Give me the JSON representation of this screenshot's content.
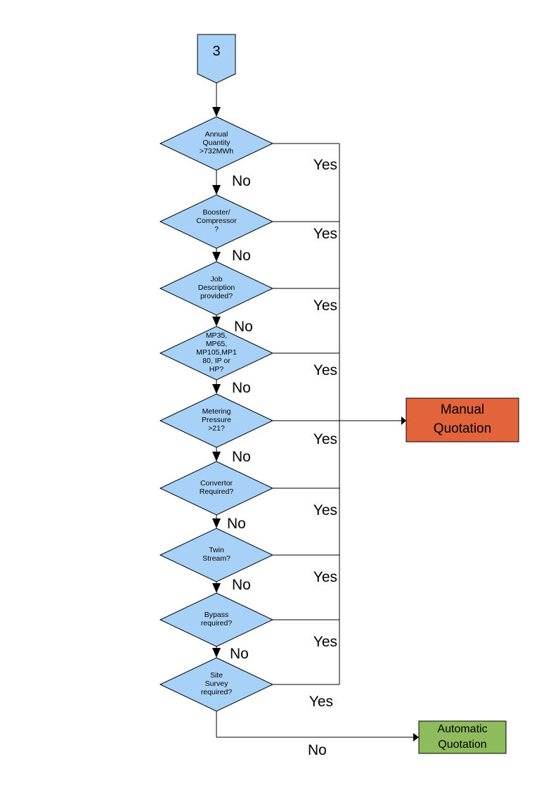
{
  "flowchart": {
    "connector": {
      "label": "3"
    },
    "decisions": [
      {
        "id": "annual-quantity",
        "label": "Annual\nQuantity\n>732MWh",
        "yes_label": "Yes",
        "no_label": "No"
      },
      {
        "id": "booster-compressor",
        "label": "Booster/\nCompressor\n?",
        "yes_label": "Yes",
        "no_label": "No"
      },
      {
        "id": "job-description",
        "label": "Job\nDescription\nprovided?",
        "yes_label": "Yes",
        "no_label": "No"
      },
      {
        "id": "meter-type",
        "label": "MP35,\nMP65,\nMP105,MP1\n80, IP or\nHP?",
        "yes_label": "Yes",
        "no_label": "No"
      },
      {
        "id": "metering-pressure",
        "label": "Metering\nPressure\n>21?",
        "yes_label": "Yes",
        "no_label": "No"
      },
      {
        "id": "convertor",
        "label": "Convertor\nRequired?",
        "yes_label": "Yes",
        "no_label": "No"
      },
      {
        "id": "twin-stream",
        "label": "Twin\nStream?",
        "yes_label": "Yes",
        "no_label": "No"
      },
      {
        "id": "bypass",
        "label": "Bypass\nrequired?",
        "yes_label": "Yes",
        "no_label": "No"
      },
      {
        "id": "site-survey",
        "label": "Site\nSurvey\nrequired?",
        "yes_label": "Yes",
        "no_label": "No"
      }
    ],
    "outcomes": {
      "manual": {
        "label": "Manual\nQuotation",
        "fill": "#E3633B"
      },
      "automatic": {
        "label": "Automatic\nQuotation",
        "fill": "#8EBB5C"
      }
    },
    "colors": {
      "node_fill": "#A8D1F7",
      "line": "#000000"
    }
  }
}
